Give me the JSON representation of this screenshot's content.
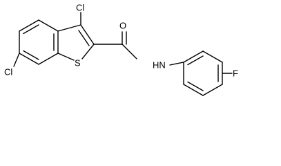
{
  "molecule": {
    "atom_labels": {
      "cl_top": "Cl",
      "cl_left": "Cl",
      "sulfur": "S",
      "oxygen": "O",
      "amide_nh": "HN",
      "fluorine": "F"
    },
    "colors": {
      "bond": "#000000",
      "label": "#000000",
      "background": "#ffffff"
    }
  }
}
